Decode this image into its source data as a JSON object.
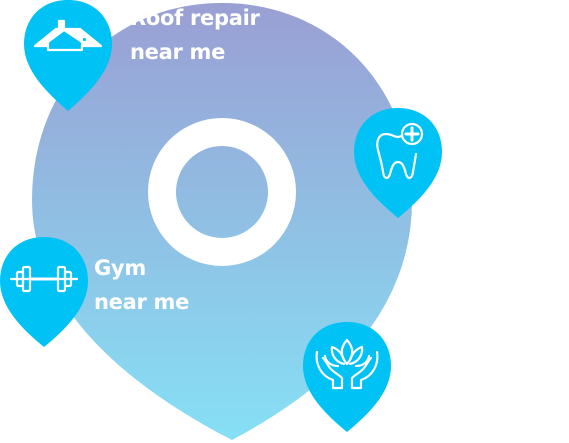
{
  "labels": {
    "roof_repair": {
      "line1": "Roof repair",
      "line2": "near me"
    },
    "gym": {
      "line1": "Gym",
      "line2": "near me"
    }
  },
  "colors": {
    "big_pin_top": "#9a9fd3",
    "big_pin_bottom": "#86e0f5",
    "small_pin": "#00c2f5",
    "ring": "#ffffff",
    "label_text": "#ffffff"
  },
  "icons": {
    "roof_pin": "house-roof-icon",
    "dental_pin": "tooth-plus-icon",
    "gym_pin": "dumbbell-icon",
    "spa_pin": "lotus-hands-icon"
  }
}
